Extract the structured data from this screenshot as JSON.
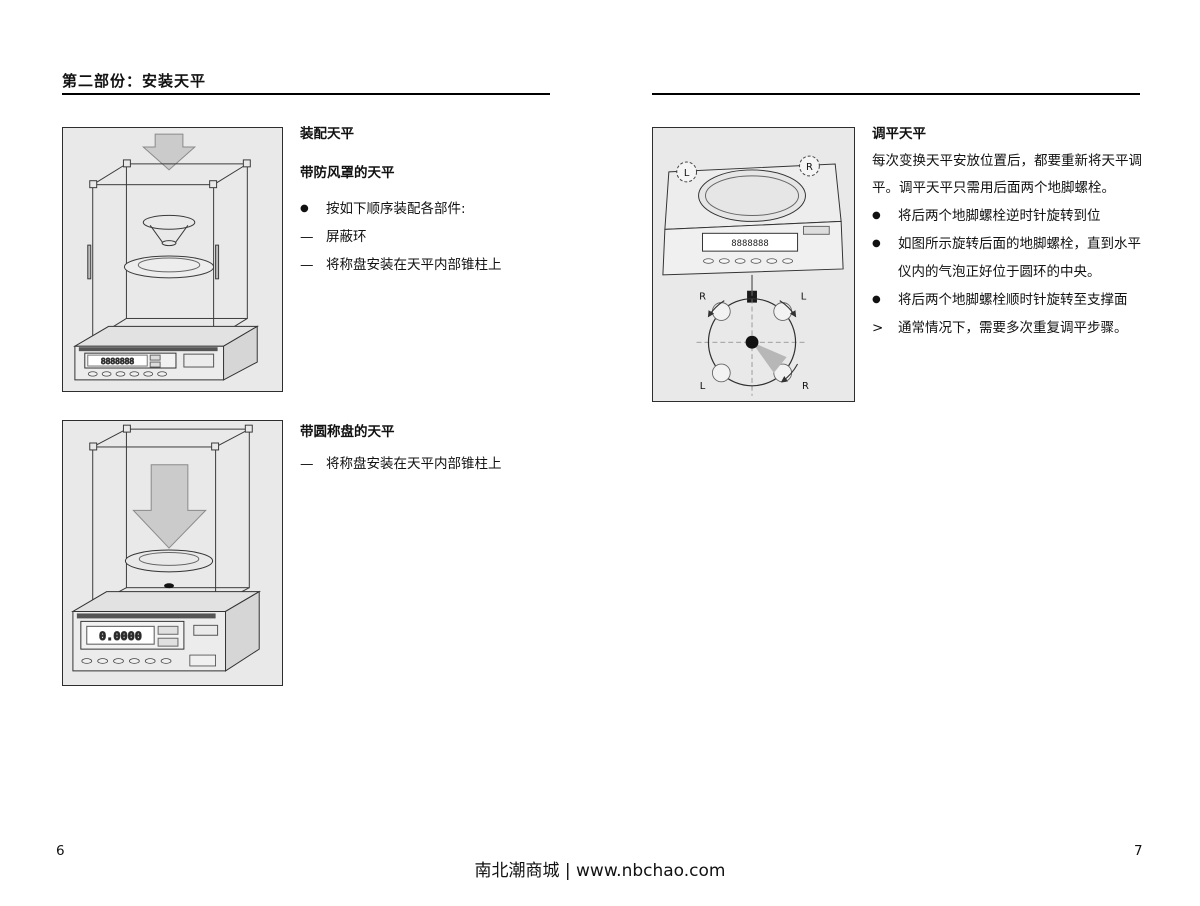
{
  "page": {
    "header_title": "第二部份：安装天平",
    "page_number_left": "6",
    "page_number_right": "7",
    "footer": "南北潮商城 | www.nbchao.com"
  },
  "colors": {
    "figure_background": "#e9e9e9",
    "rule": "#000000"
  },
  "assemble": {
    "title": "装配天平",
    "shield": {
      "heading": "带防风罩的天平",
      "items": [
        {
          "marker": "●",
          "text": "按如下顺序装配各部件:"
        },
        {
          "marker": "—",
          "text": "屏蔽环"
        },
        {
          "marker": "—",
          "text": "将称盘安装在天平内部锥柱上"
        }
      ]
    },
    "round_pan": {
      "heading": "带圆称盘的天平",
      "items": [
        {
          "marker": "—",
          "text": "将称盘安装在天平内部锥柱上"
        }
      ]
    }
  },
  "leveling": {
    "title": "调平天平",
    "intro": "每次变换天平安放位置后，都要重新将天平调平。调平天平只需用后面两个地脚螺栓。",
    "items": [
      {
        "marker": "●",
        "text": "将后两个地脚螺栓逆时针旋转到位"
      },
      {
        "marker": "●",
        "text": "如图所示旋转后面的地脚螺栓，直到水平仪内的气泡正好位于圆环的中央。"
      },
      {
        "marker": "●",
        "text": "将后两个地脚螺栓顺时针旋转至支撑面"
      },
      {
        "marker": ">",
        "text": "通常情况下，需要多次重复调平步骤。"
      }
    ]
  },
  "figures": {
    "fig1": {
      "display": "8888888"
    },
    "fig2": {
      "display": "0.0000"
    },
    "fig3": {
      "display": "8888888",
      "foot_left": "L",
      "foot_right": "R",
      "rot_ul": "R",
      "rot_ur": "L",
      "rot_ll": "L",
      "rot_lr": "R"
    }
  }
}
